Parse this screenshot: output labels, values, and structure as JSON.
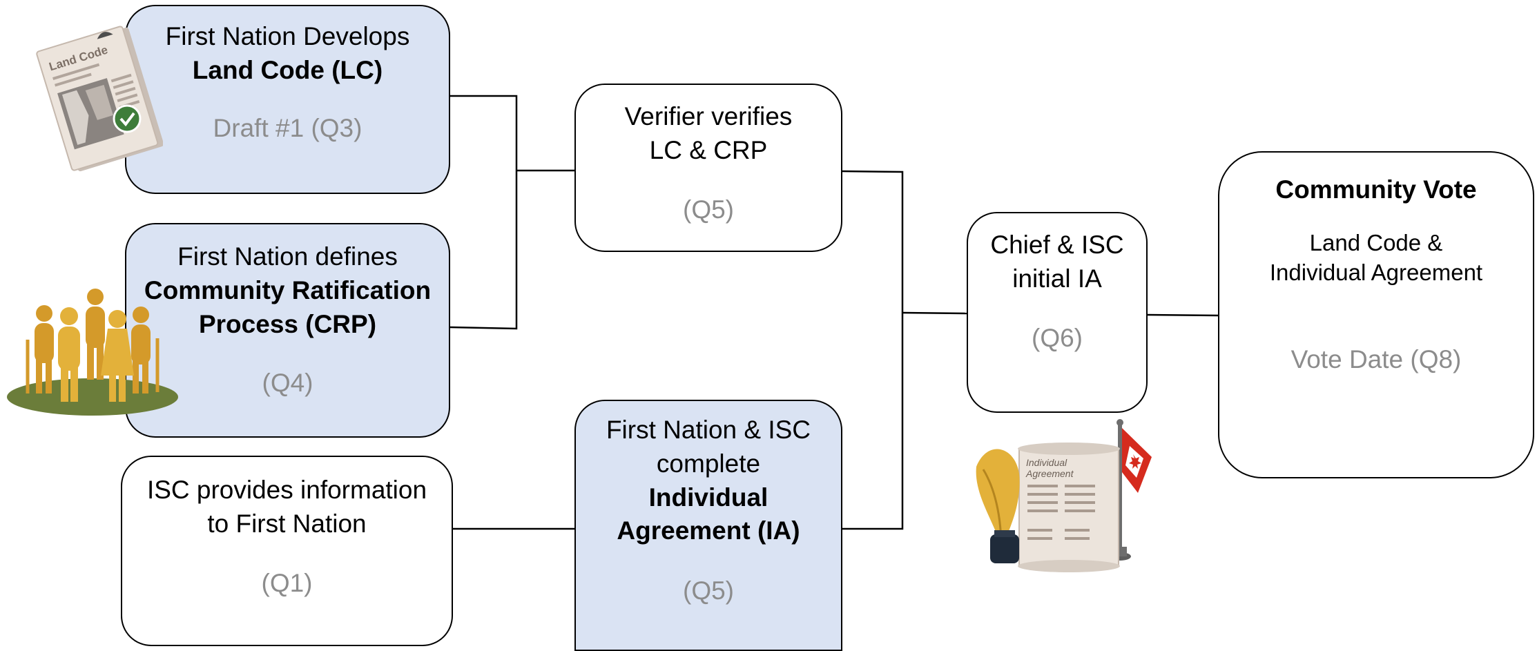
{
  "boxes": {
    "land_code": {
      "title": "First Nation Develops",
      "bold": "Land Code (LC)",
      "sub": "Draft #1 (Q3)"
    },
    "crp": {
      "title": "First Nation defines",
      "bold1": "Community Ratification",
      "bold2": "Process (CRP)",
      "sub": "(Q4)"
    },
    "isc_info": {
      "line1": "ISC provides information",
      "line2": "to First Nation",
      "sub": "(Q1)"
    },
    "verifier": {
      "line1": "Verifier verifies",
      "line2": "LC & CRP",
      "sub": "(Q5)"
    },
    "ia": {
      "line1": "First Nation & ISC",
      "line2": "complete",
      "bold1": "Individual",
      "bold2": "Agreement (IA)",
      "sub": "(Q5)"
    },
    "chief": {
      "line1": "Chief & ISC",
      "line2": "initial IA",
      "sub": "(Q6)"
    },
    "vote": {
      "bold": "Community Vote",
      "line1": "Land Code &",
      "line2": "Individual Agreement",
      "sub": "Vote Date (Q8)"
    }
  },
  "icons": {
    "booklet_title": "Land Code",
    "scroll_title_1": "Individual",
    "scroll_title_2": "Agreement"
  },
  "colors": {
    "box_fill_blue": "#dae3f3",
    "sub_text": "#8c8c8c",
    "figures": "#e3b13a",
    "grass": "#6b7d3a",
    "flag_red": "#d52b1e"
  }
}
